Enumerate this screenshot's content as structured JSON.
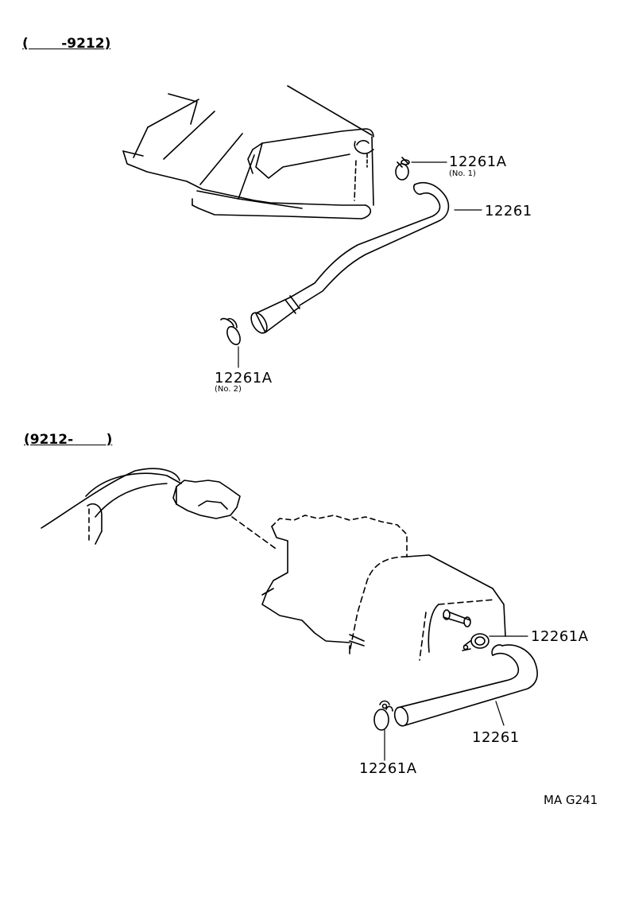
{
  "sections": {
    "upper_range": "(       -9212)",
    "lower_range": "(9212-       )"
  },
  "labels": {
    "u_clamp1_part": "12261A",
    "u_clamp1_sub": "(No. 1)",
    "u_hose_part": "12261",
    "u_clamp2_part": "12261A",
    "u_clamp2_sub": "(No. 2)",
    "l_clamp_right_part": "12261A",
    "l_hose_part": "12261",
    "l_clamp_left_part": "12261A"
  },
  "diagram_code": "MA G241",
  "colors": {
    "ink": "#000000",
    "paper": "#ffffff"
  }
}
